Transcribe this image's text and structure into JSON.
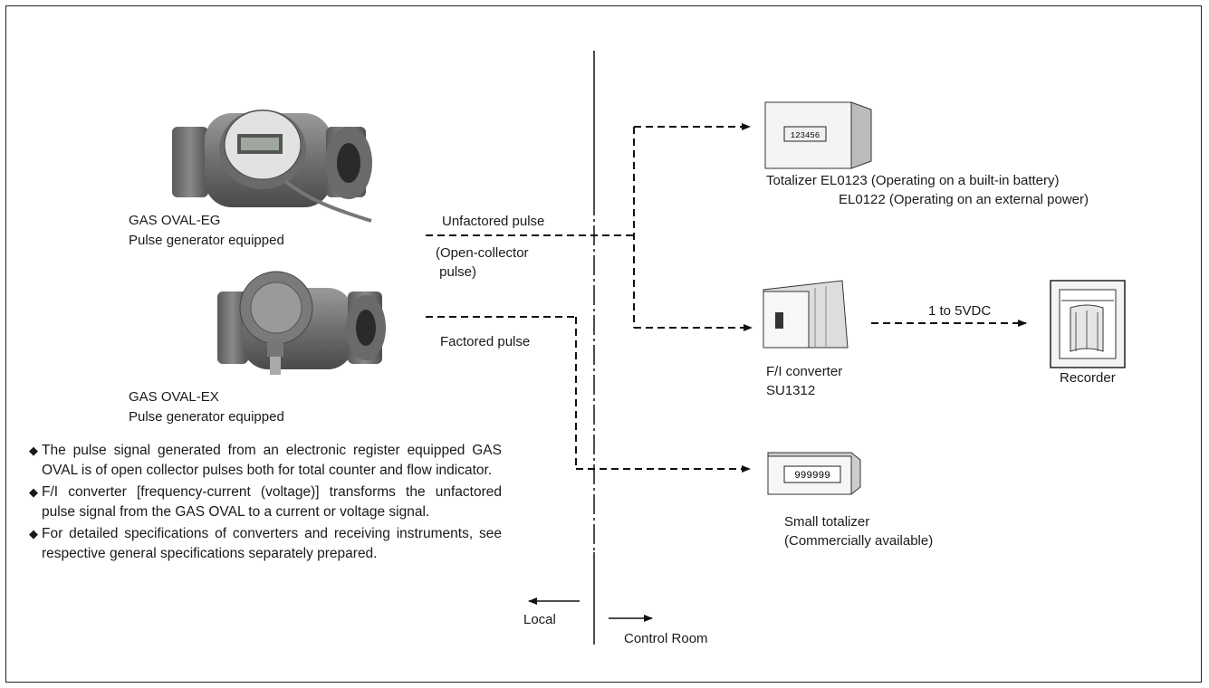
{
  "meters": [
    {
      "name": "GAS OVAL-EG",
      "desc": "Pulse generator equipped"
    },
    {
      "name": "GAS OVAL-EX",
      "desc": "Pulse generator equipped"
    }
  ],
  "signals": {
    "unfactored": "Unfactored pulse",
    "open_collector_1": "(Open-collector",
    "open_collector_2": " pulse)",
    "factored": "Factored pulse",
    "analog": "1 to 5VDC"
  },
  "devices": {
    "totalizer_line1": "Totalizer EL0123 (Operating on a built-in battery)",
    "totalizer_line2": "EL0122 (Operating on an external power)",
    "totalizer_display": "123456",
    "fi_line1": "F/I converter",
    "fi_line2": "SU1312",
    "recorder": "Recorder",
    "small_line1": "Small totalizer",
    "small_line2": "(Commercially available)",
    "small_display": "999999"
  },
  "zones": {
    "local": "Local",
    "control_room": "Control Room"
  },
  "notes": [
    "The pulse signal generated from an electronic register equipped GAS OVAL is of open collector pulses both for total counter and flow indicator.",
    "F/I converter [frequency-current (voltage)] transforms the unfactored pulse signal from the GAS OVAL to a current or voltage signal.",
    "For detailed specifications of converters and receiving instruments, see respective general specifications separately prepared."
  ],
  "bullet": "◆"
}
